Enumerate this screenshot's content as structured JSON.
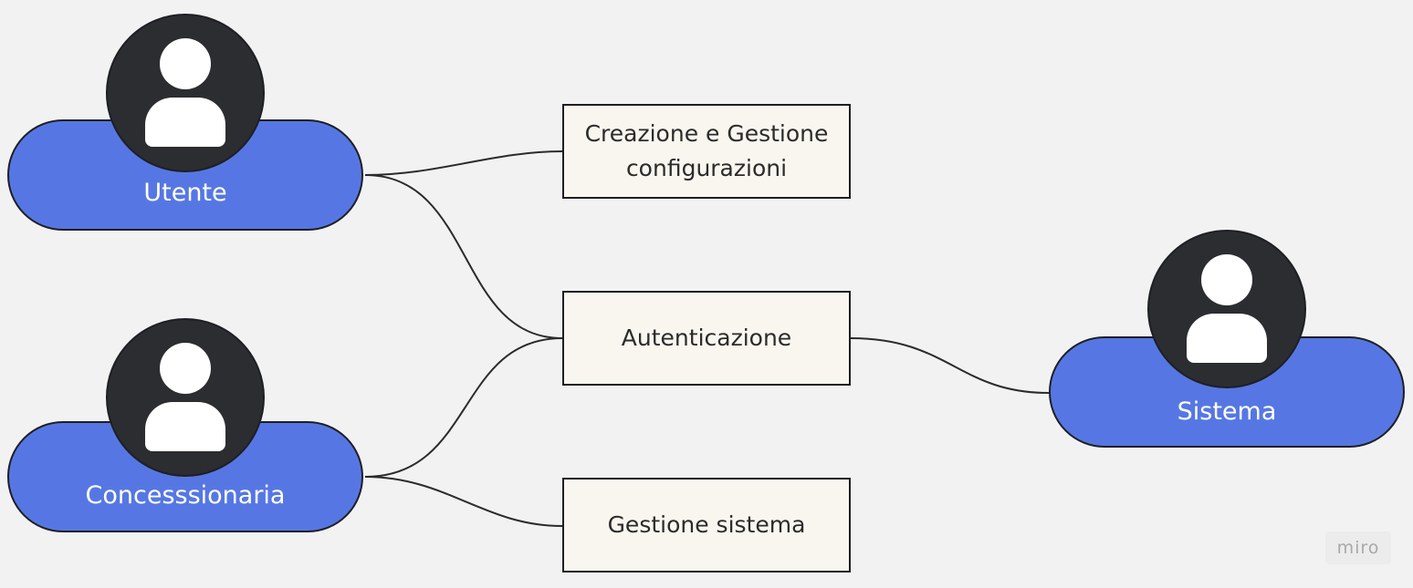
{
  "actors": [
    {
      "label": "Utente",
      "icon": "user-icon"
    },
    {
      "label": "Concesssionaria",
      "icon": "user-icon"
    },
    {
      "label": "Sistema",
      "icon": "user-icon"
    }
  ],
  "use_cases": [
    {
      "label": "Creazione e Gestione configurazioni"
    },
    {
      "label": "Autenticazione"
    },
    {
      "label": "Gestione sistema"
    }
  ],
  "connections": [
    {
      "from": "Utente",
      "to": "Creazione e Gestione configurazioni"
    },
    {
      "from": "Utente",
      "to": "Autenticazione"
    },
    {
      "from": "Concesssionaria",
      "to": "Autenticazione"
    },
    {
      "from": "Concesssionaria",
      "to": "Gestione sistema"
    },
    {
      "from": "Autenticazione",
      "to": "Sistema"
    }
  ],
  "watermark": "miro",
  "colors": {
    "background": "#f2f2f2",
    "actor_fill": "#5677e3",
    "avatar_fill": "#2c2d31",
    "usecase_fill": "#f9f6ef",
    "stroke": "#1e1f24"
  }
}
